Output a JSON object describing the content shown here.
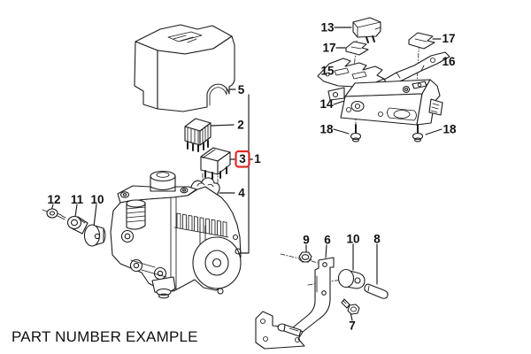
{
  "colors": {
    "background": "#ffffff",
    "line": "#1c1c1c",
    "label": "#111111",
    "highlight": "#dd2b25"
  },
  "caption": "PART NUMBER EXAMPLE",
  "highlighted_part": "3",
  "labels": [
    {
      "text": "13"
    },
    {
      "text": "17"
    },
    {
      "text": "17"
    },
    {
      "text": "15"
    },
    {
      "text": "16"
    },
    {
      "text": "14"
    },
    {
      "text": "18"
    },
    {
      "text": "18"
    },
    {
      "text": "5"
    },
    {
      "text": "2"
    },
    {
      "text": "3"
    },
    {
      "text": "1"
    },
    {
      "text": "4"
    },
    {
      "text": "12"
    },
    {
      "text": "11"
    },
    {
      "text": "10"
    },
    {
      "text": "9"
    },
    {
      "text": "6"
    },
    {
      "text": "10"
    },
    {
      "text": "8"
    },
    {
      "text": "7"
    }
  ]
}
